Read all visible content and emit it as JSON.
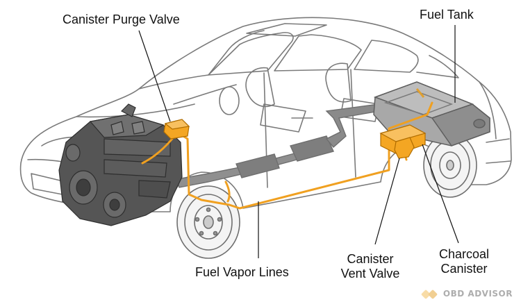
{
  "labels": {
    "purge_valve": "Canister Purge Valve",
    "fuel_tank": "Fuel Tank",
    "vapor_lines": "Fuel Vapor Lines",
    "vent_valve_line1": "Canister",
    "vent_valve_line2": "Vent Valve",
    "charcoal_line1": "Charcoal",
    "charcoal_line2": "Canister"
  },
  "branding": {
    "logo_text": "OBD ADVISOR"
  },
  "colors": {
    "outline": "#6e6e6e",
    "engine": "#4a4a4a",
    "exhaust": "#8c8c8c",
    "tank": "#9a9a9a",
    "vapor_line": "#f0a020",
    "component": "#f4a623"
  }
}
